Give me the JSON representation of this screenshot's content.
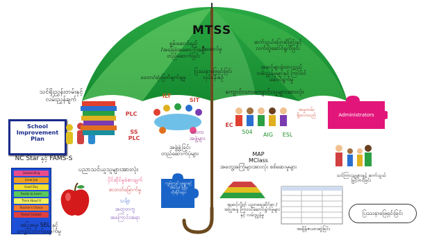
{
  "umbrella": {
    "title": "MTSS",
    "segments": [
      "စွမ်းဆောင်ရည်\n/အခြေခံအဆောက်အဦး\nတည်ဆောက်ခြင်း",
      "ဦးဆောင်မှု",
      "ဆက်သွယ်ပြောဆိုခြင်းနှင့်\nလက်တွဲဆောင်ရွက်ခြင်း",
      "ဒေတာ/ဆုံးဖြတ်ချက်ချမှု",
      "ပြဿနာဖြေရှင်းခြင်း\nလုပ်ငန်းစဉ်",
      "အဆင့်များခွဲထားသည့်\nလမ်းညွှန်မှုများနှင့် ကြားဝင်\nဆောင်ရွက်မှု"
    ],
    "colors": {
      "canopy": "#1e9a3a",
      "canopy_light": "#7fd07a",
      "handle": "#6b4a1f"
    }
  },
  "left": {
    "curriculum_title": "သင်ရိုးညွှန်းတမ်းနှင့်\nလမ်းညွှန်ချက်",
    "plan_label": "School\nImprovement\nPlan",
    "nc_star": "NC Star နှင့် FAMS-S",
    "sel_title": "အပြုအမူ၊ SEL နှင့်\nကျောင်းတက်ရောက်မှု",
    "instruction_title": "ပညာသင်ယူသူများအားလုံး",
    "instruction_items": [
      "ပိုင်ဆိုင်မှုခံစားချက်",
      "စာတတ်မြောက်မှု",
      "သင်္ချာ",
      "အတူတကွ",
      "အကြောင်းအရာ"
    ],
    "instruction_item_colors": [
      "#e0457b",
      "#d03a3a",
      "#4a6fd6",
      "#6a4ab5",
      "#7a4ab5"
    ],
    "sel_chart_rows": [
      "Outstanding",
      "Great Job",
      "Good Day",
      "Ready to Learn",
      "Think About It",
      "Teacher's Choice",
      "Parent Contact"
    ]
  },
  "middle": {
    "team_labels": [
      "ILT",
      "SIT",
      "PLC",
      "SS\nPLC",
      "ဒေတာ\nအဖွဲ့များ"
    ],
    "team_label_colors": [
      "#d4541c",
      "#d14a3a",
      "#cc3a3a",
      "#cc3a3a",
      "#8a2a8a"
    ],
    "team_caption": "အဖွဲ့ဖွဲ့ခြင်း\nတည်ဆောက်ပုံများ",
    "puzzle_text": "ကျွမ်းကျင်သူများနှင့်\nအိမ်သူ/ ဖွံ့ဖြိုး\nထိုးရိုင်းများ",
    "data_title": "MAP\nMClass\nအတွေ့အကြုံများအားလုံး စစ်ဆေးမှုများ",
    "pyramid_caption": "အဆင့်လိုက် ပညာရေးဆိုင်ရာ /\nအပြုအမူ ကြားဝင်ဆောင်ရွက်မှုများ\nနှင့် လမ်းညွှန်မှု"
  },
  "right": {
    "students_title": "ကျောင်းသားကျောင်းသူများအားလုံး",
    "student_groups": [
      "EC",
      "504",
      "AIG",
      "ESL",
      "အမှုထမ်း\nရှိလေသည်"
    ],
    "student_group_colors": [
      "#cc3a3a",
      "#1f8f2a",
      "#1f8f2a",
      "#1f8f2a",
      "#d14a3a"
    ],
    "admin_label": "Administrators",
    "family_caption": "သင်ကြားသူများနှင့် ဆက်သွယ်\nမြှင့်တင်ခြင်း",
    "schedule_caption": "အချိန်ဇယားဆွဲခြင်း",
    "bubble": "ပြဿနာဖြေရှင်းခြင်း"
  }
}
